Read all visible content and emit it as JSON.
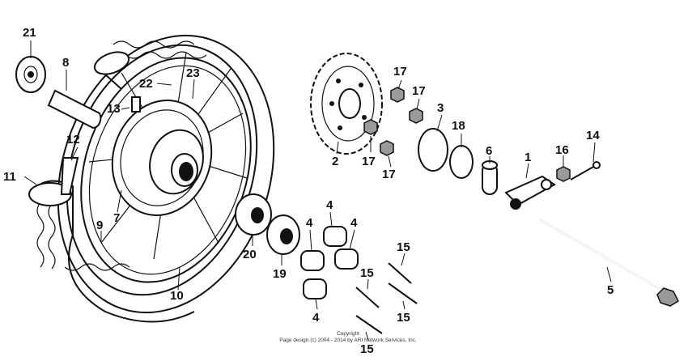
{
  "diagram": {
    "labels": {
      "p1": "1",
      "p2": "2",
      "p3": "3",
      "p4a": "4",
      "p4b": "4",
      "p4c": "4",
      "p4d": "4",
      "p5": "5",
      "p6": "6",
      "p7": "7",
      "p8": "8",
      "p9": "9",
      "p10": "10",
      "p11": "11",
      "p12": "12",
      "p13": "13",
      "p14": "14",
      "p15a": "15",
      "p15b": "15",
      "p15c": "15",
      "p15d": "15",
      "p16": "16",
      "p17a": "17",
      "p17b": "17",
      "p17c": "17",
      "p17d": "17",
      "p18": "18",
      "p19": "19",
      "p20": "20",
      "p21": "21",
      "p22": "22",
      "p23": "23"
    }
  },
  "footer": {
    "copyright_title": "Copyright",
    "copyright_line": "Page design (c) 2004 - 2014 by ARI Network Services, Inc."
  }
}
